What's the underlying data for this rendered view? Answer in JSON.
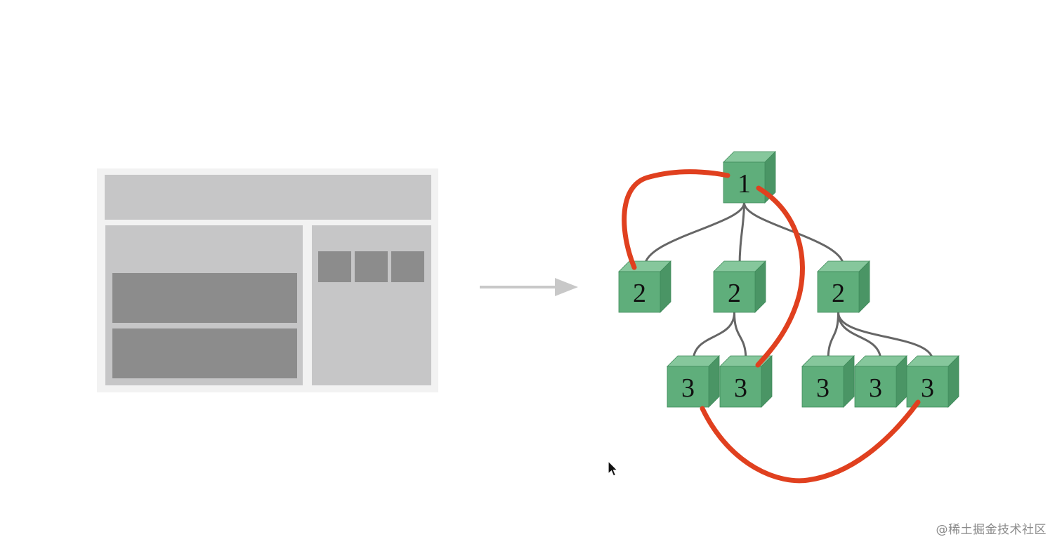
{
  "diagram": {
    "colors": {
      "background": "#ffffff",
      "wireframe_outer": "#f2f2f2",
      "wireframe_panel": "#c6c6c7",
      "wireframe_block": "#8c8c8c",
      "arrow": "#c8c8c8",
      "connector": "#666666",
      "highlight_path": "#e0401f",
      "cube_front": "#5fae7b",
      "cube_top": "#86c79c",
      "cube_side": "#4a9565",
      "cube_edge": "#3f8a5a"
    },
    "tree": {
      "root": {
        "id": "n1",
        "label": "1"
      },
      "level2": [
        {
          "id": "n2a",
          "label": "2"
        },
        {
          "id": "n2b",
          "label": "2"
        },
        {
          "id": "n2c",
          "label": "2"
        }
      ],
      "level3": [
        {
          "id": "n3a",
          "label": "3",
          "parent": "n2b"
        },
        {
          "id": "n3b",
          "label": "3",
          "parent": "n2b"
        },
        {
          "id": "n3c",
          "label": "3",
          "parent": "n2c"
        },
        {
          "id": "n3d",
          "label": "3",
          "parent": "n2c"
        },
        {
          "id": "n3e",
          "label": "3",
          "parent": "n2c"
        }
      ],
      "highlight_links": [
        [
          "n2a",
          "n1"
        ],
        [
          "n1",
          "n3b"
        ],
        [
          "n3a",
          "n3e"
        ]
      ]
    }
  },
  "watermark": "@稀土掘金技术社区"
}
